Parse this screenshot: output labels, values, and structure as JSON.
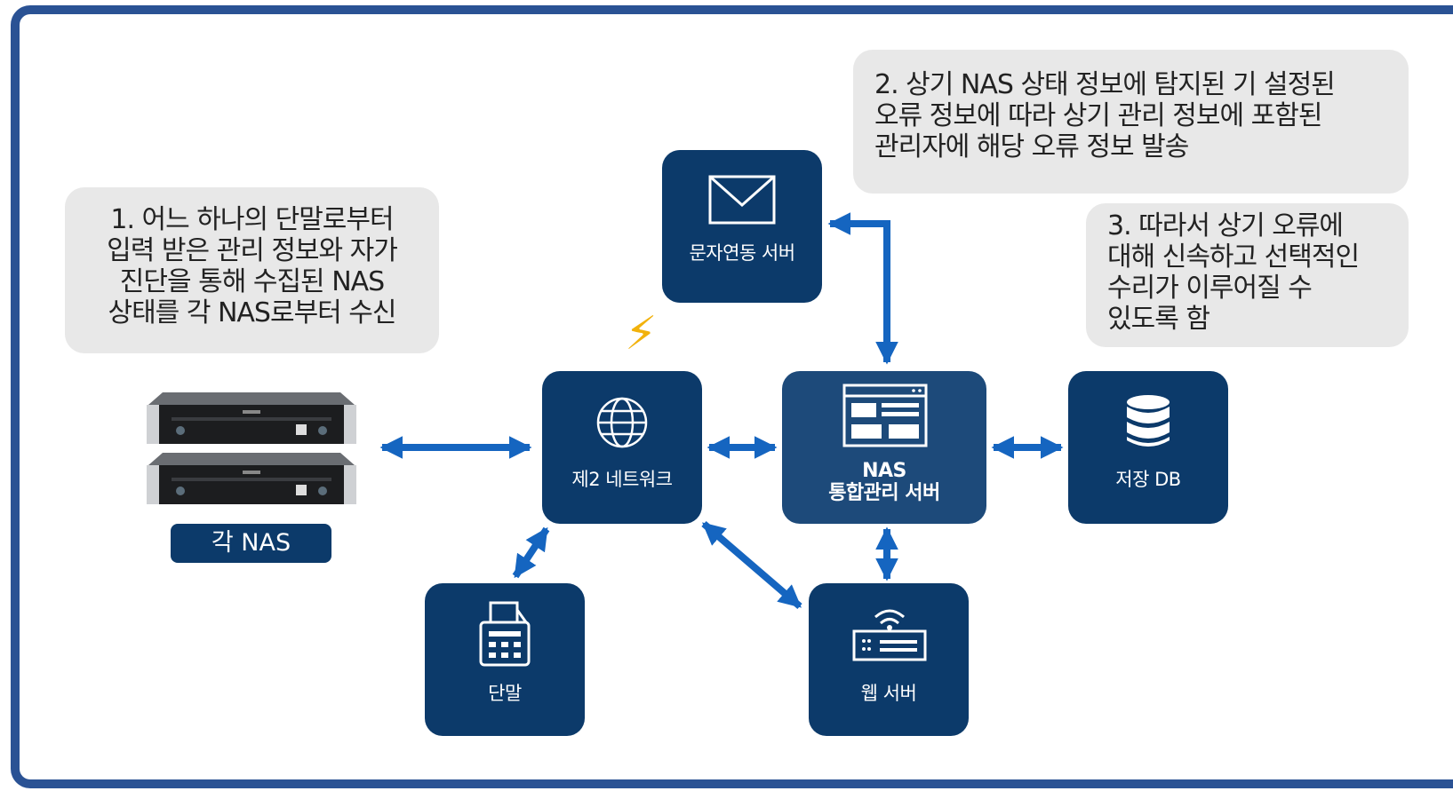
{
  "notes": {
    "note1": "1. 어느 하나의 단말로부터\n입력 받은 관리 정보와 자가\n진단을 통해 수집된 NAS\n상태를 각 NAS로부터 수신",
    "note2": "2. 상기 NAS 상태 정보에 탐지된 기 설정된\n오류 정보에 따라 상기 관리 정보에 포함된\n관리자에 해당 오류 정보 발송",
    "note3": "3. 따라서 상기 오류에\n대해 신속하고 선택적인\n수리가 이루어질 수\n있도록 함"
  },
  "nodes": {
    "msg_server": "문자연동 서버",
    "network": "제2 네트워크",
    "nas_server": "NAS\n통합관리 서버",
    "storage_db": "저장 DB",
    "terminal": "단말",
    "web_server": "웹 서버"
  },
  "nas_label": "각 NAS",
  "colors": {
    "frame": "#2a5294",
    "node": "#0c3a6a",
    "arrow": "#1565c0",
    "note_bg": "#e8e8e8",
    "bolt": "#f2b20c"
  },
  "icons": {
    "msg_server": "envelope-icon",
    "network": "globe-icon",
    "nas_server": "dashboard-window-icon",
    "storage_db": "database-icon",
    "terminal": "fax-icon",
    "web_server": "router-icon",
    "bolt": "lightning-icon"
  }
}
